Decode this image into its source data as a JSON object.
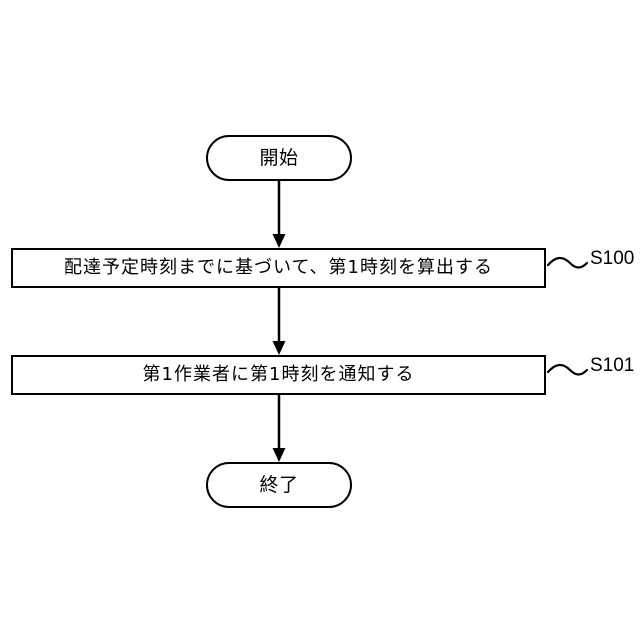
{
  "diagram": {
    "title": "",
    "type": "flowchart",
    "background_color": "#ffffff",
    "stroke_color": "#000000",
    "nodes": [
      {
        "id": "start",
        "shape": "terminator",
        "label": "開始"
      },
      {
        "id": "s100",
        "shape": "process",
        "label": "配達予定時刻までに基づいて、第1時刻を算出する",
        "step_ref": "S100"
      },
      {
        "id": "s101",
        "shape": "process",
        "label": "第1作業者に第1時刻を通知する",
        "step_ref": "S101"
      },
      {
        "id": "end",
        "shape": "terminator",
        "label": "終了"
      }
    ],
    "connectors": [
      {
        "from": "start",
        "to": "s100",
        "arrow": "down"
      },
      {
        "from": "s100",
        "to": "s101",
        "arrow": "down"
      },
      {
        "from": "s101",
        "to": "end",
        "arrow": "down"
      }
    ],
    "step_refs": [
      {
        "id": "s100-ref",
        "label": "S100",
        "leader": "wavy"
      },
      {
        "id": "s101-ref",
        "label": "S101",
        "leader": "wavy"
      }
    ]
  }
}
